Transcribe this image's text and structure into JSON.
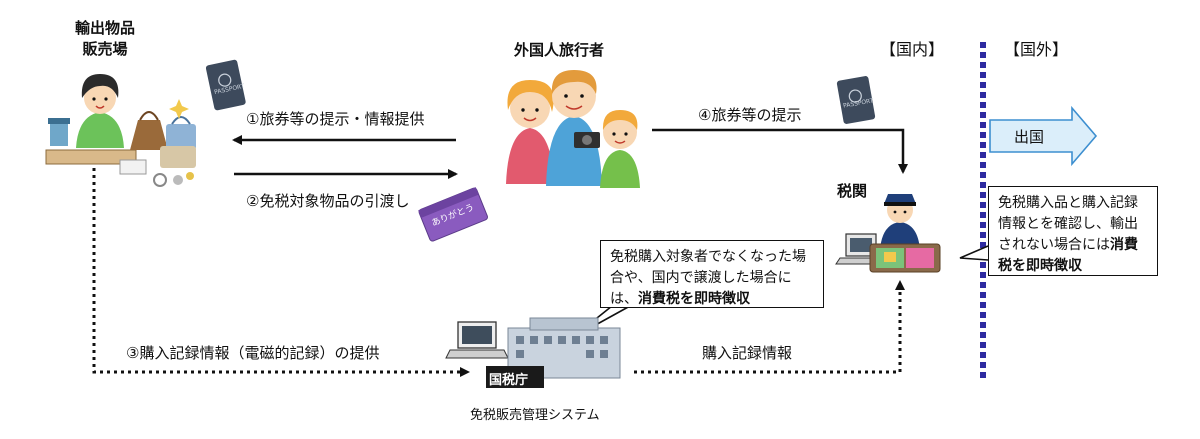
{
  "diagram": {
    "shop_label_line1": "輸出物品",
    "shop_label_line2": "販売場",
    "traveler_label": "外国人旅行者",
    "domestic_label": "【国内】",
    "overseas_label": "【国外】",
    "departure_label": "出国",
    "customs_label": "税関",
    "nta_label": "国税庁",
    "system_label": "免税販売管理システム",
    "step1": "①旅券等の提示・情報提供",
    "step2": "②免税対象物品の引渡し",
    "step3": "③購入記録情報（電磁的記録）の提供",
    "step4": "④旅券等の提示",
    "record_label": "購入記録情報",
    "bubble_nta_normal": "免税購入対象者でなくなった場合や、国内で譲渡した場合には、",
    "bubble_nta_bold": "消費税を即時徴収",
    "bubble_customs_normal": "免税購入品と購入記録情報とを確認し、輸出されない場合には",
    "bubble_customs_bold": "消費税を即時徴収",
    "passport_text": "PASSPORT",
    "package_text": "ありがとう"
  },
  "colors": {
    "border_line": "#2e2aa0",
    "departure_arrow": "#dbeefa",
    "departure_arrow_stroke": "#3d8fd0",
    "package": "#8a5bbf",
    "passport": "#3d4a5c"
  }
}
